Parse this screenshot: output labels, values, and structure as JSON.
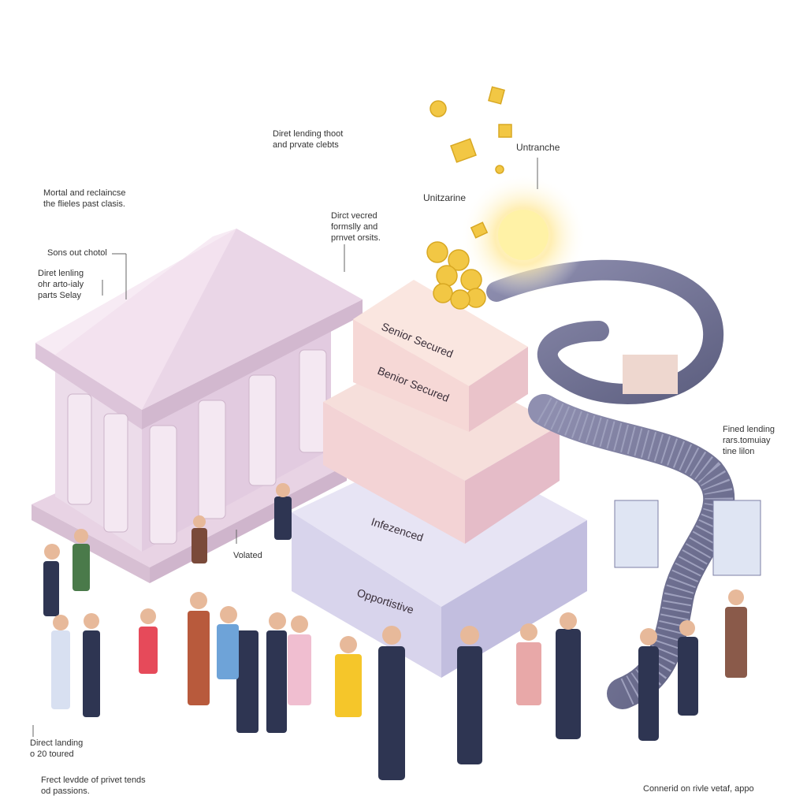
{
  "annotations": {
    "direct_lending_top": [
      "Diret lending thoot",
      "and prvate clebts"
    ],
    "mortal": [
      "Mortal and reclaincse",
      "the flieles past clasis."
    ],
    "sons": "Sons out chotol",
    "direct_lending_left": [
      "Diret lenling",
      "ohr arto-ialy",
      "parts Selay"
    ],
    "direct_secured": [
      "Dirct vecred",
      "formslly and",
      "prnvet orsits."
    ],
    "unitzarine": "Unitzarine",
    "untranche": "Untranche",
    "fixed_lending": [
      "Fined lending",
      "rars.tomuiay",
      "tine lilon"
    ],
    "volated": "Volated",
    "direct_lending_bottom": [
      "Direct landing",
      "o 20 toured"
    ],
    "fnect": [
      "Frect levdde of privet tends",
      "od passions."
    ],
    "connerid": "Connerid on rivle vetaf, appo"
  },
  "tiers": {
    "top": "Senior Secured",
    "second": "Benior Secured",
    "third": "Infezenced",
    "base": "Opportistive"
  },
  "colors": {
    "bank": "#e9d7e6",
    "tier_top": "#f5d9d6",
    "tier_mid": "#f2d4d8",
    "tier_base": "#dcdaee",
    "stair": "#6e7093",
    "coin": "#f2c744",
    "glow": "#fff4a8"
  }
}
